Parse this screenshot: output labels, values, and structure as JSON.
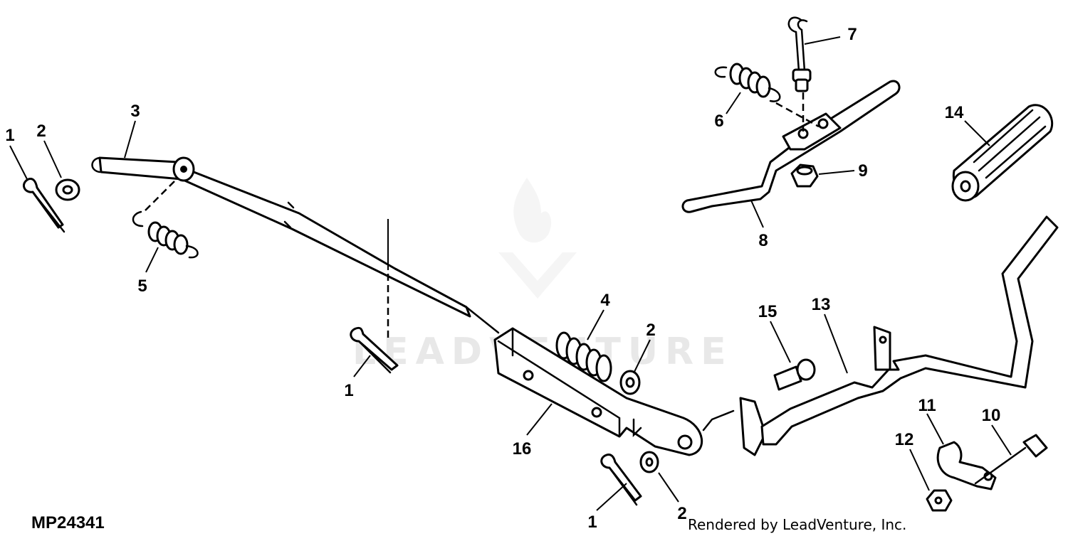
{
  "diagram": {
    "figure_code": "MP24341",
    "credit": "Rendered by LeadVenture, Inc.",
    "watermark": "LEADVENTURE",
    "callouts": [
      {
        "id": "c1a",
        "label": "1"
      },
      {
        "id": "c2a",
        "label": "2"
      },
      {
        "id": "c3",
        "label": "3"
      },
      {
        "id": "c5",
        "label": "5"
      },
      {
        "id": "c1b",
        "label": "1"
      },
      {
        "id": "c4",
        "label": "4"
      },
      {
        "id": "c2b",
        "label": "2"
      },
      {
        "id": "c16",
        "label": "16"
      },
      {
        "id": "c1c",
        "label": "1"
      },
      {
        "id": "c2c",
        "label": "2"
      },
      {
        "id": "c15",
        "label": "15"
      },
      {
        "id": "c13",
        "label": "13"
      },
      {
        "id": "c7",
        "label": "7"
      },
      {
        "id": "c6",
        "label": "6"
      },
      {
        "id": "c9",
        "label": "9"
      },
      {
        "id": "c8",
        "label": "8"
      },
      {
        "id": "c14",
        "label": "14"
      },
      {
        "id": "c11",
        "label": "11"
      },
      {
        "id": "c10",
        "label": "10"
      },
      {
        "id": "c12",
        "label": "12"
      }
    ]
  }
}
